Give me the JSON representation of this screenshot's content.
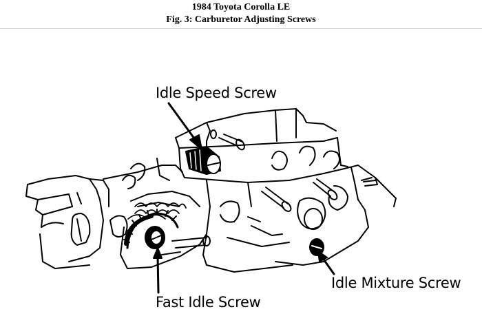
{
  "header": {
    "title": "1984 Toyota Corolla LE",
    "subtitle": "Fig. 3: Carburetor Adjusting Screws"
  },
  "diagram": {
    "labels": {
      "idle_speed_screw": "Idle Speed Screw",
      "idle_mixture_screw": "Idle Mixture Screw",
      "fast_idle_screw": "Fast Idle Screw"
    }
  },
  "colors": {
    "ink": "#000000",
    "background": "#ffffff",
    "divider": "#d8d8d8"
  }
}
